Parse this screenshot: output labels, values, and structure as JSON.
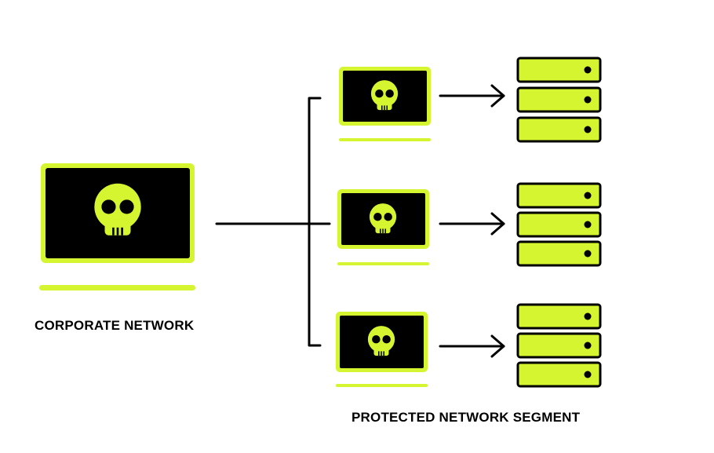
{
  "labels": {
    "corporate": "CORPORATE NETWORK",
    "segment": "PROTECTED NETWORK SEGMENT"
  },
  "icons": {
    "laptop": "laptop-icon",
    "skull": "skull-icon",
    "server": "server-rack-icon",
    "arrow": "arrow-right-icon"
  },
  "colors": {
    "accent": "#d4f52f",
    "ink": "#000000",
    "background": "#ffffff"
  },
  "nodes": {
    "source_count": 1,
    "segment_hosts": 3,
    "server_units_per_rack": 3
  }
}
